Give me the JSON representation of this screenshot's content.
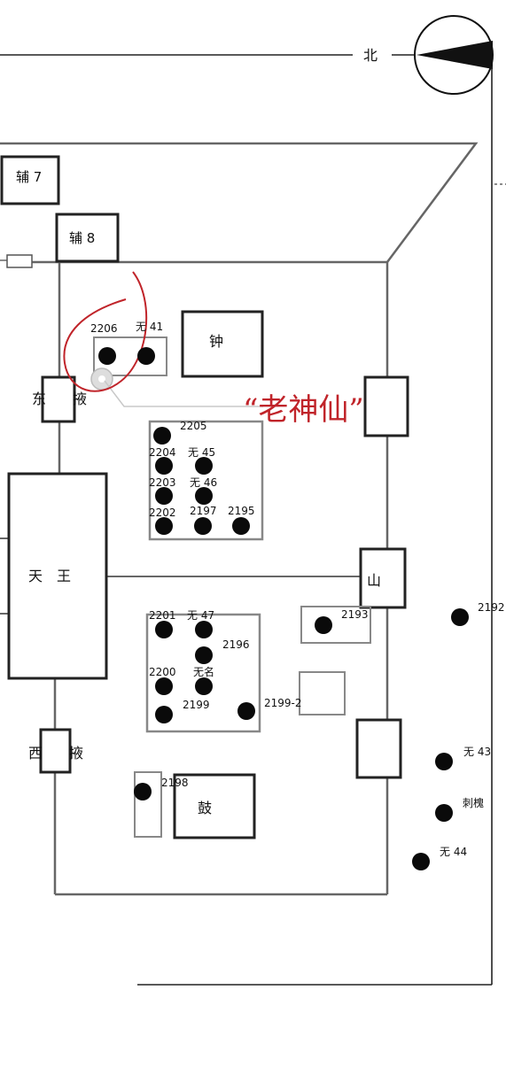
{
  "north_label": "北",
  "buildings": {
    "aux7": "辅 7",
    "aux8": "辅 8",
    "bell": "钟",
    "drum": "鼓",
    "tianwang": "天　王",
    "mountain_gate": "山",
    "east_wing_1": "东",
    "east_wing_2": "掖",
    "west_wing_1": "西",
    "west_wing_2": "掖"
  },
  "annotation": "“老神仙”",
  "trees": {
    "t2206": "2206",
    "t_wu41": "无 41",
    "t2205": "2205",
    "t2204": "2204",
    "t_wu45": "无 45",
    "t2203": "2203",
    "t_wu46": "无 46",
    "t2202": "2202",
    "t2197": "2197",
    "t2195": "2195",
    "t2193": "2193",
    "t2192": "2192",
    "t2201": "2201",
    "t_wu47": "无 47",
    "t2196": "2196",
    "t2200": "2200",
    "t_wuming": "无名",
    "t2199": "2199",
    "t2199_2": "2199-2",
    "t2198": "2198",
    "t_wu43": "无 43",
    "t_cihuai": "刺槐",
    "t_wu44": "无 44"
  }
}
